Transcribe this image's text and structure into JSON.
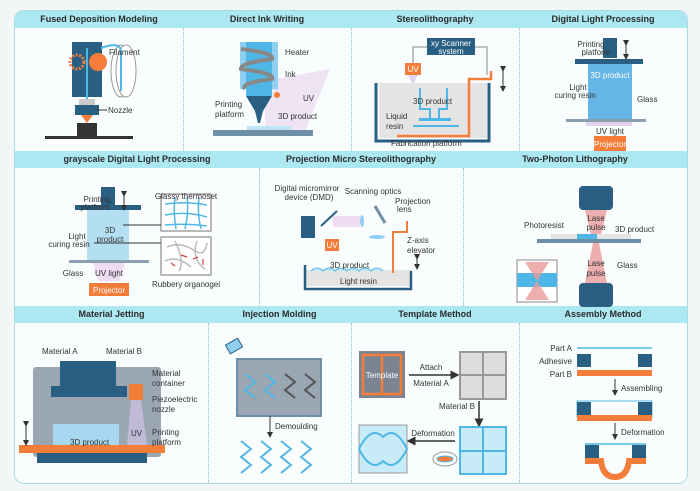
{
  "figure": {
    "rows": [
      {
        "panels": [
          {
            "title": "Fused Deposition Modeling",
            "labels": {
              "filament": "Filament",
              "nozzle": "Nozzle"
            }
          },
          {
            "title": "Direct Ink Writing",
            "labels": {
              "heater": "Heater",
              "ink": "Ink",
              "uv": "UV",
              "printing_platform_1": "Printing",
              "printing_platform_2": "platform",
              "product": "3D product"
            }
          },
          {
            "title": "Stereolithography",
            "labels": {
              "scanner_1": "xy Scanner",
              "scanner_2": "system",
              "uv": "UV",
              "product": "3D product",
              "resin_1": "Liquid",
              "resin_2": "resin",
              "platform": "Fabrication platform"
            }
          },
          {
            "title": "Digital Light Processing",
            "labels": {
              "printing_platform_1": "Printing",
              "printing_platform_2": "platform",
              "product": "3D product",
              "resin_1": "Light",
              "resin_2": "curing resin",
              "glass": "Glass",
              "uv_light": "UV light",
              "projector": "Projector"
            }
          }
        ]
      },
      {
        "panels": [
          {
            "title": "grayscale Digital Light Processing",
            "labels": {
              "printing_platform_1": "Printing",
              "printing_platform_2": "platform",
              "glassy": "Glassy thermoset",
              "product_1": "3D",
              "product_2": "product",
              "resin_1": "Light",
              "resin_2": "curing resin",
              "glass": "Glass",
              "uv_light": "UV light",
              "rubbery": "Rubbery organogel",
              "projector": "Projector"
            }
          },
          {
            "title": "Projection Micro Stereolithography",
            "labels": {
              "dmd_1": "Digital micromirror",
              "dmd_2": "device (DMD)",
              "optics": "Scanning optics",
              "lens_1": "Projection",
              "lens_2": "lens",
              "zaxis_1": "Z-axis",
              "zaxis_2": "elevator",
              "uv": "UV",
              "product": "3D product",
              "resin": "Light resin"
            }
          },
          {
            "title": "Two-Photon Lithography",
            "labels": {
              "photoresist": "Photoresist",
              "laser_top_1": "Lase",
              "laser_top_2": "pulse",
              "product": "3D product",
              "laser_bot_1": "Lase",
              "laser_bot_2": "pulse",
              "glass": "Glass"
            }
          }
        ]
      },
      {
        "panels": [
          {
            "title": "Material Jetting",
            "labels": {
              "mat_a": "Material A",
              "mat_b": "Material B",
              "container_1": "Material",
              "container_2": "container",
              "nozzle_1": "Piezoelectric",
              "nozzle_2": "nozzle",
              "uv": "UV",
              "product": "3D product",
              "platform_1": "Printing",
              "platform_2": "platform"
            }
          },
          {
            "title": "Injection Molding",
            "labels": {
              "demoulding": "Demoulding"
            }
          },
          {
            "title": "Template Method",
            "labels": {
              "template": "Template",
              "attach": "Attach",
              "mat_a": "Material A",
              "mat_b": "Material B",
              "deformation": "Deformation"
            }
          },
          {
            "title": "Assembly Method",
            "labels": {
              "part_a": "Part A",
              "adhesive": "Adhesive",
              "part_b": "Part B",
              "assembling": "Assembling",
              "deformation": "Deformation"
            }
          }
        ]
      }
    ],
    "colors": {
      "navy": "#2a5f84",
      "orange": "#f47d3a",
      "cyan": "#4fb7e6",
      "header": "#abe8f2",
      "gray": "#9aa7b3"
    }
  }
}
